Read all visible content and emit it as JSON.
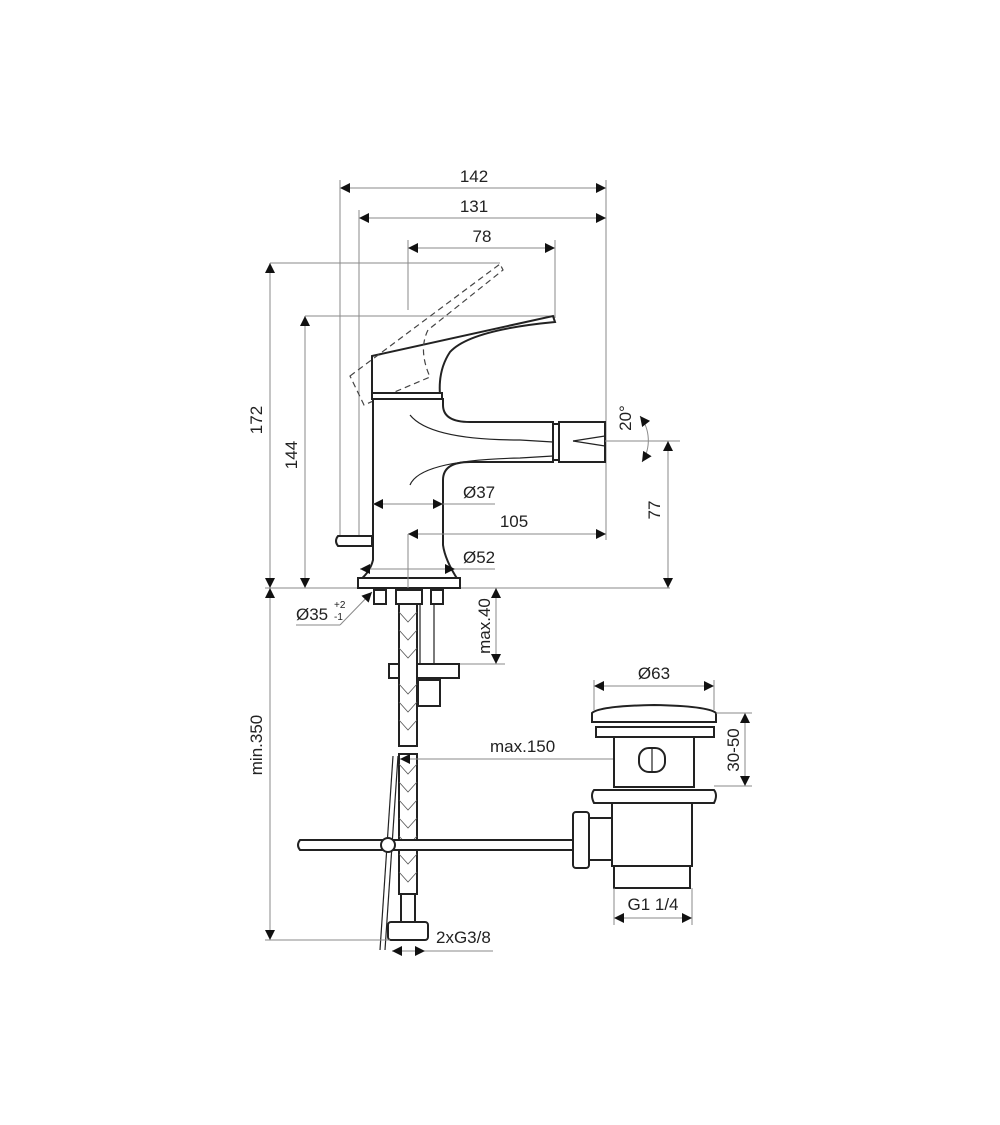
{
  "drawing": {
    "subject": "Bidet mixer technical drawing",
    "dimensions": {
      "overall_depth": "142",
      "body_to_outlet": "131",
      "lever_reach": "78",
      "height_lever_open": "172",
      "height_lever_closed": "144",
      "spray_angle": "20°",
      "outlet_height": "77",
      "body_diameter": "Ø37",
      "axis_to_outlet": "105",
      "base_diameter": "Ø52",
      "hole_diameter": "Ø35",
      "hole_tol_plus": "+2",
      "hole_tol_minus": "-1",
      "max_deck_thickness": "max.40",
      "min_hose_length": "min.350",
      "max_pop_up": "max.150",
      "waste_diameter": "Ø63",
      "waste_range": "30-50",
      "waste_thread": "G1 1/4",
      "hose_thread": "2xG3/8"
    }
  }
}
